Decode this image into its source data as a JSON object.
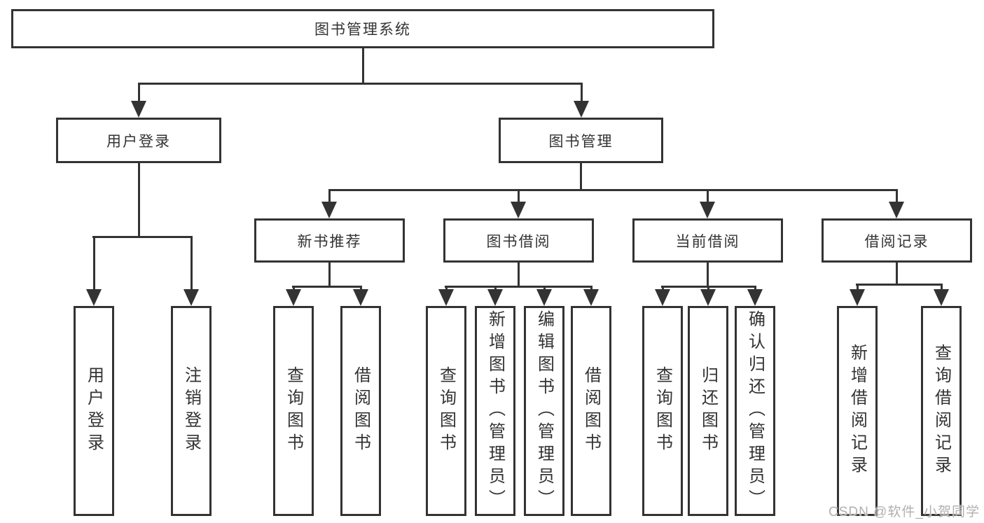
{
  "colors": {
    "line": "#333333",
    "box_border": "#333333",
    "box_bg": "#ffffff",
    "text": "#333333",
    "watermark": "#b0b0b0"
  },
  "tree": {
    "root": {
      "label": "图书管理系统"
    },
    "branches": [
      {
        "label": "用户登录",
        "children": [
          {
            "label": "用户登录"
          },
          {
            "label": "注销登录"
          }
        ]
      },
      {
        "label": "图书管理",
        "groups": [
          {
            "label": "新书推荐",
            "children": [
              {
                "label": "查询图书"
              },
              {
                "label": "借阅图书"
              }
            ]
          },
          {
            "label": "图书借阅",
            "children": [
              {
                "label": "查询图书"
              },
              {
                "label": "新增图书（管理员）"
              },
              {
                "label": "编辑图书（管理员）"
              },
              {
                "label": "借阅图书"
              }
            ]
          },
          {
            "label": "当前借阅",
            "children": [
              {
                "label": "查询图书"
              },
              {
                "label": "归还图书"
              },
              {
                "label": "确认归还（管理员）"
              }
            ]
          },
          {
            "label": "借阅记录",
            "children": [
              {
                "label": "新增借阅记录"
              },
              {
                "label": "查询借阅记录"
              }
            ]
          }
        ]
      }
    ]
  },
  "watermark": {
    "text": "CSDN @软件_小贺同学"
  }
}
